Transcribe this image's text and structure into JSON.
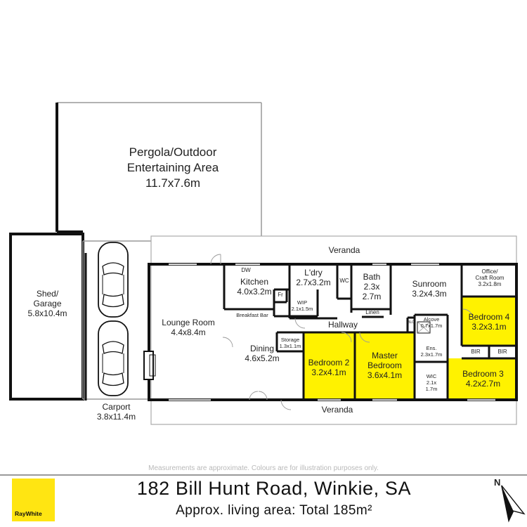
{
  "rooms": {
    "pergola": {
      "name": "Pergola/Outdoor",
      "name2": "Entertaining Area",
      "size": "11.7x7.6m"
    },
    "shed": {
      "name": "Shed/",
      "name2": "Garage",
      "size": "5.8x10.4m"
    },
    "carport": {
      "name": "Carport",
      "size": "3.8x11.4m"
    },
    "lounge": {
      "name": "Lounge Room",
      "size": "4.4x8.4m"
    },
    "kitchen": {
      "name": "Kitchen",
      "size": "4.0x3.2m"
    },
    "laundry": {
      "name": "L'dry",
      "size": "2.7x3.2m"
    },
    "bath": {
      "name": "Bath",
      "size_a": "2.3x",
      "size_b": "2.7m"
    },
    "sunroom": {
      "name": "Sunroom",
      "size": "3.2x4.3m"
    },
    "office": {
      "name": "Office/",
      "name2": "Craft Room",
      "size": "3.2x1.8m"
    },
    "bedroom4": {
      "name": "Bedroom 4",
      "size": "3.2x3.1m"
    },
    "bedroom3": {
      "name": "Bedroom 3",
      "size": "4.2x2.7m"
    },
    "bedroom2": {
      "name": "Bedroom 2",
      "size": "3.2x4.1m"
    },
    "master": {
      "name": "Master",
      "name2": "Bedroom",
      "size": "3.6x4.1m"
    },
    "dining": {
      "name": "Dining",
      "size": "4.6x5.2m"
    },
    "hallway": {
      "name": "Hallway"
    },
    "wip": {
      "name": "WIP",
      "size": "2.1x1.5m"
    },
    "storage": {
      "name": "Storage",
      "size": "1.3x1.1m"
    },
    "alcove": {
      "name": "Alcove",
      "size": "0.7x1.7m"
    },
    "ensuite": {
      "name": "Ens.",
      "size": "2.3x1.7m"
    },
    "wic": {
      "name": "WIC",
      "size_a": "2.1x",
      "size_b": "1.7m"
    },
    "linen": {
      "name": "Linen"
    }
  },
  "labels": {
    "veranda_top": "Veranda",
    "veranda_bottom": "Veranda",
    "dw": "DW",
    "fr": "Fr",
    "wc": "WC",
    "breakfast_bar": "Breakfast Bar",
    "bir1": "BIR",
    "bir2": "BIR",
    "blc": "BLC"
  },
  "footer": {
    "disclaimer": "Measurements are approximate. Colours are for illustration purposes only.",
    "address": "182 Bill Hunt Road, Winkie, SA",
    "living_area": "Approx. living area: Total 185m²",
    "brand": "RayWhite",
    "north": "N"
  },
  "colors": {
    "highlight": "#fff200",
    "wall": "#1a1a1a",
    "brand_yellow": "#ffe512"
  }
}
